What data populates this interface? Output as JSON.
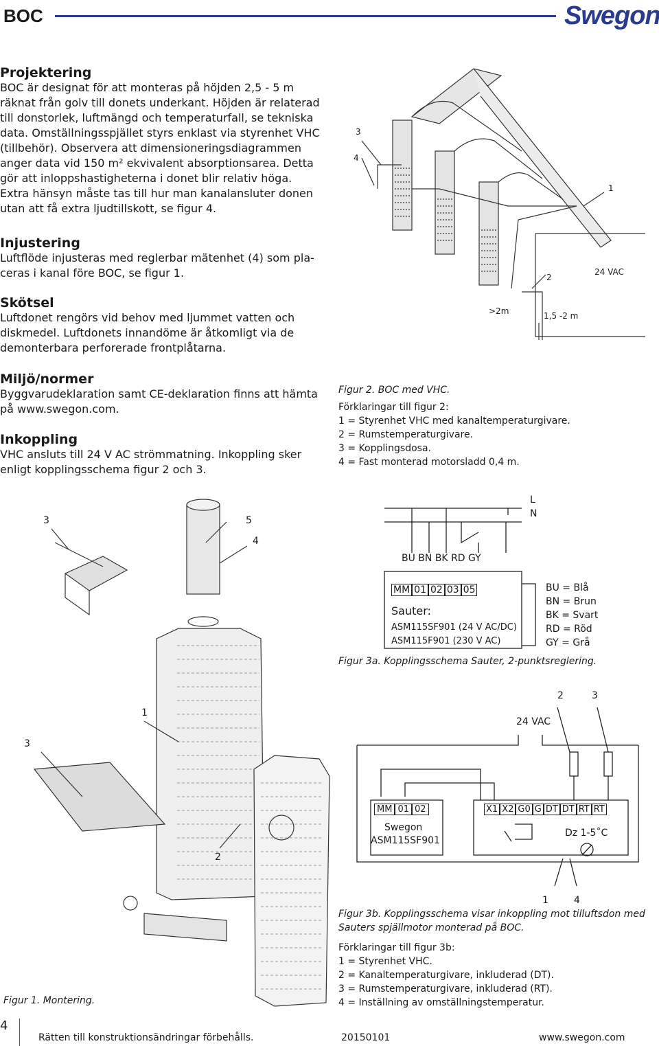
{
  "header": {
    "title": "BOC",
    "logo": "Swegon"
  },
  "sections": {
    "projektering": {
      "heading": "Projektering",
      "lines": [
        "BOC är designat för att monteras på höjden 2,5 - 5 m",
        "räknat från golv till donets underkant. Höjden är relaterad",
        "till donstorlek, luftmängd och temperaturfall, se tekniska",
        "data. Omställningsspjället styrs enklast via styrenhet VHC",
        "(tillbehör). Observera att dimensioneringsdiagrammen",
        "anger data vid 150 m² ekvivalent absorptionsarea. Detta",
        "gör att inloppshastigheterna i donet blir relativ höga.",
        "Extra hänsyn måste tas till hur man kanalansluter donen",
        "utan att få extra ljudtillskott, se figur 4."
      ]
    },
    "injustering": {
      "heading": "Injustering",
      "lines": [
        "Luftflöde injusteras med reglerbar mätenhet (4) som pla-",
        "ceras i kanal före BOC, se figur 1."
      ]
    },
    "skotsel": {
      "heading": "Skötsel",
      "lines": [
        "Luftdonet rengörs vid behov med ljummet vatten och",
        "diskmedel. Luftdonets innandöme är åtkomligt via de",
        "demonterbara perforerade frontplåtarna."
      ]
    },
    "miljo": {
      "heading": "Miljö/normer",
      "lines": [
        "Byggvarudeklaration samt CE-deklaration finns att hämta",
        "på www.swegon.com."
      ]
    },
    "inkoppling": {
      "heading": "Inkoppling",
      "lines": [
        "VHC ansluts till 24 V AC strömmatning. Inkoppling sker",
        "enligt kopplingsschema figur 2 och 3."
      ]
    }
  },
  "figure2": {
    "labels": {
      "n3": "3",
      "n4": "4",
      "n1": "1",
      "n2": "2",
      "vac": "24 VAC",
      "gt2m": ">2m",
      "height": "1,5 -2 m"
    },
    "caption": "Figur 2. BOC med VHC.",
    "legend_title": "Förklaringar till figur 2:",
    "legend": [
      "1 = Styrenhet  VHC med kanaltemperaturgivare.",
      "2 = Rumstemperaturgivare.",
      "3 = Kopplingsdosa.",
      "4 = Fast monterad motorsladd 0,4 m."
    ]
  },
  "figure1": {
    "labels": {
      "n3a": "3",
      "n5": "5",
      "n4": "4",
      "n1": "1",
      "n3b": "3",
      "n2": "2"
    },
    "caption": "Figur 1. Montering."
  },
  "figure3a": {
    "L": "L",
    "N": "N",
    "wires": "BU BN BK RD GY",
    "terminals": [
      "MM",
      "01",
      "02",
      "03",
      "05"
    ],
    "brand": "Sauter:",
    "models": [
      "ASM115SF901 (24 V AC/DC)",
      "ASM115F901  (230 V AC)"
    ],
    "colors": [
      "BU = Blå",
      "BN = Brun",
      "BK = Svart",
      "RD = Röd",
      "GY = Grå"
    ],
    "caption": "Figur 3a. Kopplingsschema Sauter, 2-punktsreglering."
  },
  "figure3b": {
    "n2": "2",
    "n3": "3",
    "n1": "1",
    "n4": "4",
    "vac": "24 VAC",
    "swegon_terminals": [
      "MM",
      "01",
      "02"
    ],
    "swegon_brand": "Swegon",
    "swegon_model": "ASM115SF901",
    "vhc_terminals": [
      "X1",
      "X2",
      "G0",
      "G",
      "DT",
      "DT",
      "RT",
      "RT"
    ],
    "dz": "Dz 1-5˚C",
    "caption_lines": [
      "Figur 3b. Kopplingsschema visar inkoppling mot tilluftsdon med",
      "Sauters spjällmotor monterad på BOC."
    ],
    "legend_title": "Förklaringar till figur 3b:",
    "legend": [
      "1 = Styrenhet VHC.",
      "2 = Kanaltemperaturgivare, inkluderad (DT).",
      "3 = Rumstemperaturgivare, inkluderad (RT).",
      "4 = Inställning av omställningstemperatur."
    ]
  },
  "footer": {
    "page": "4",
    "notice": "Rätten till konstruktionsändringar förbehålls.",
    "date": "20150101",
    "url": "www.swegon.com"
  }
}
